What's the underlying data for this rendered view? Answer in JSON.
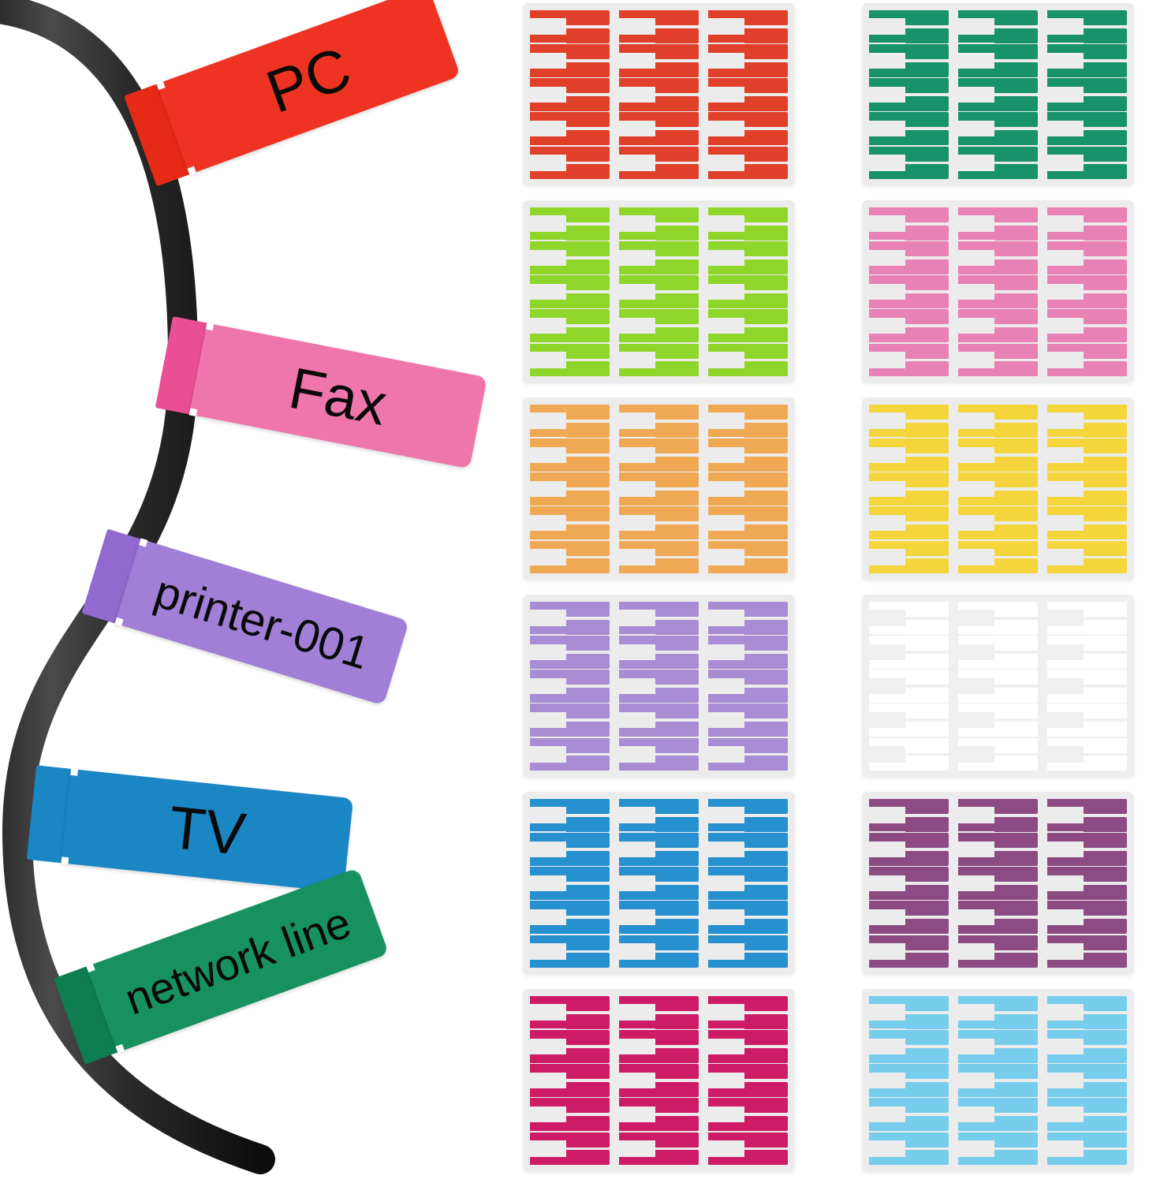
{
  "product": {
    "title": "Cable labels product photo",
    "left_panel": {
      "name": "cable-with-applied-labels",
      "cable_color": "#2b2b2b"
    }
  },
  "applied_labels": [
    {
      "text": "PC",
      "color": "#ee3322",
      "wrap_color": "#e52a16",
      "name": "applied-label-pc"
    },
    {
      "text": "Fax",
      "color": "#ef76ab",
      "wrap_color": "#ea4f93",
      "name": "applied-label-fax"
    },
    {
      "text": "printer-001",
      "color": "#a17fd6",
      "wrap_color": "#9269cf",
      "name": "applied-label-printer-001"
    },
    {
      "text": "TV",
      "color": "#1b86c4",
      "wrap_color": "#1b86c4",
      "name": "applied-label-tv"
    },
    {
      "text": "network line",
      "color": "#17915f",
      "wrap_color": "#0f7d52",
      "name": "applied-label-network-line"
    }
  ],
  "sheets": [
    {
      "color_name": "red",
      "hex": "#e0402a",
      "backing": "#ececec",
      "name": "label-sheet-red"
    },
    {
      "color_name": "green",
      "hex": "#18926a",
      "backing": "#ececec",
      "name": "label-sheet-green"
    },
    {
      "color_name": "lime",
      "hex": "#8fd62a",
      "backing": "#ececec",
      "name": "label-sheet-lime"
    },
    {
      "color_name": "pink",
      "hex": "#e882b4",
      "backing": "#ececec",
      "name": "label-sheet-pink"
    },
    {
      "color_name": "orange",
      "hex": "#efa955",
      "backing": "#ececec",
      "name": "label-sheet-orange"
    },
    {
      "color_name": "yellow",
      "hex": "#f4d63c",
      "backing": "#ececec",
      "name": "label-sheet-yellow"
    },
    {
      "color_name": "light-purple",
      "hex": "#a88cd4",
      "backing": "#ececec",
      "name": "label-sheet-light-purple"
    },
    {
      "color_name": "white",
      "hex": "#ffffff",
      "backing": "#efefef",
      "name": "label-sheet-white"
    },
    {
      "color_name": "blue",
      "hex": "#2790cf",
      "backing": "#ececec",
      "name": "label-sheet-blue"
    },
    {
      "color_name": "plum",
      "hex": "#8d4b84",
      "backing": "#ececec",
      "name": "label-sheet-plum"
    },
    {
      "color_name": "magenta",
      "hex": "#ce1b66",
      "backing": "#ececec",
      "name": "label-sheet-magenta"
    },
    {
      "color_name": "sky",
      "hex": "#77cdec",
      "backing": "#ececec",
      "name": "label-sheet-sky"
    }
  ],
  "sheet_grid": {
    "columns_per_sheet": 3,
    "rows_per_column": 5,
    "labels_per_cell": 2
  }
}
